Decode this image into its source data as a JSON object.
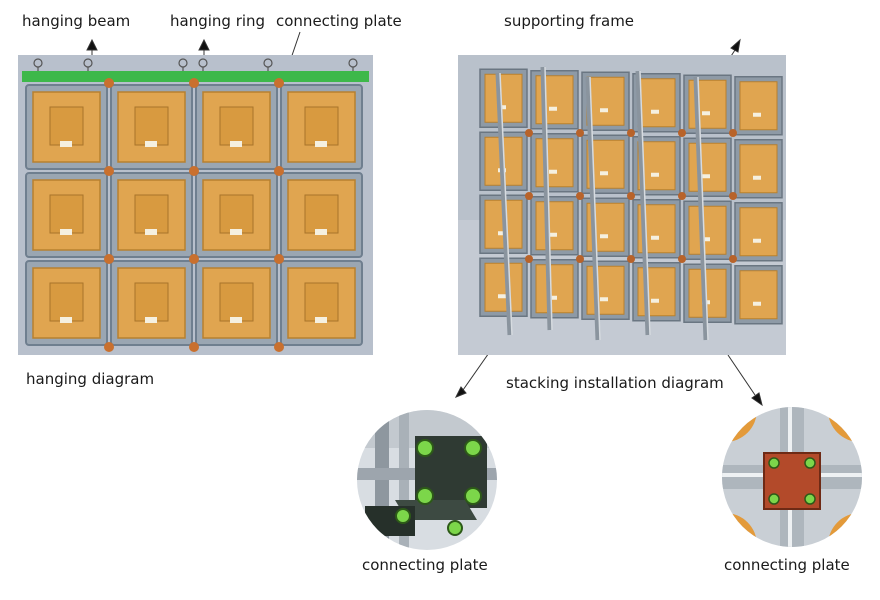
{
  "labels": {
    "hanging_beam": "hanging beam",
    "hanging_ring": "hanging ring",
    "connecting_plate_top": "connecting plate",
    "supporting_frame": "supporting frame",
    "hanging_diagram": "hanging diagram",
    "stacking_installation_diagram": "stacking installation diagram",
    "connecting_plate_left": "connecting plate",
    "connecting_plate_right": "connecting plate"
  },
  "colors": {
    "cabinet_fill": "#e0a550",
    "cabinet_inner": "#d89a40",
    "frame_grey": "#6f7f8f",
    "beam_green": "#3db84a",
    "panel_bg": "#b8c0cc",
    "plate_brown": "#b34a2a",
    "bracket_dark": "#2f3a33",
    "bolt_green": "#7cd64a"
  },
  "hanging_grid": {
    "rows": 3,
    "cols": 4
  },
  "stacking_grid": {
    "rows": 4,
    "cols": 6
  }
}
